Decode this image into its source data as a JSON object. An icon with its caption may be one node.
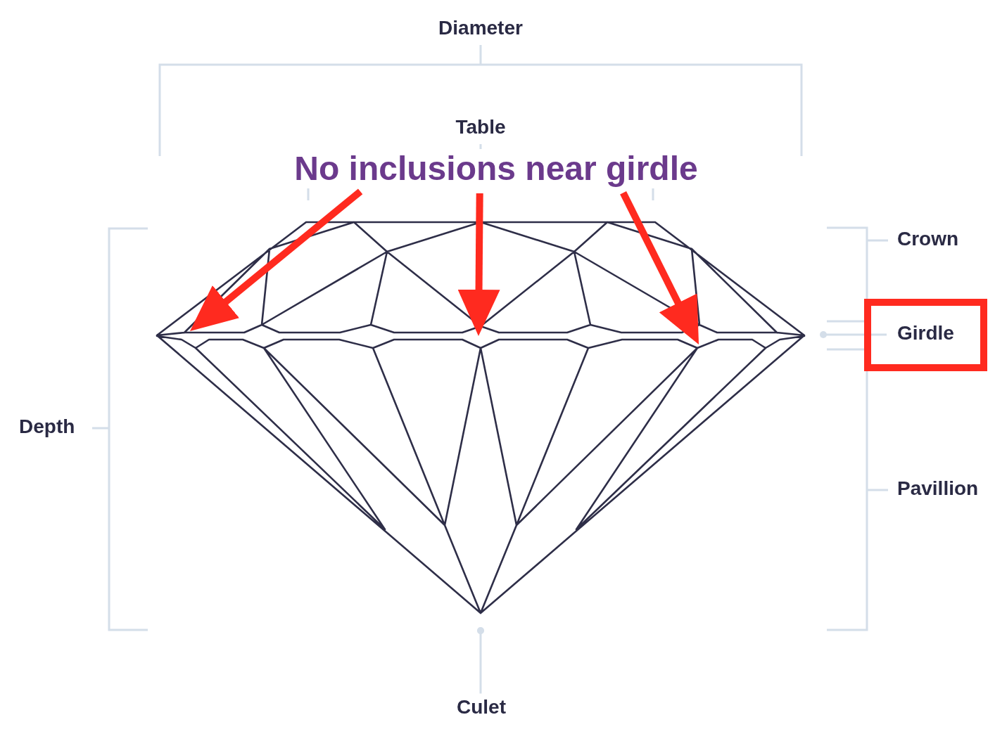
{
  "diagram": {
    "nodes": [
      {
        "text": [
          "No inclusions near girdle"
        ]
      },
      {
        "text": [
          "Girdle"
        ]
      },
      {
        "text": [
          "Culet"
        ]
      }
    ],
    "edges": [
      {
        "from": 0,
        "to": null,
        "arrow": "to"
      },
      {
        "from": 0,
        "to": null,
        "arrow": "to"
      },
      {
        "from": 0,
        "to": null,
        "arrow": "to"
      },
      {
        "from": 2,
        "to": null,
        "arrow": "other",
        "color": "#d4dee9"
      }
    ],
    "labels": [
      "Diameter",
      "Table",
      "Crown",
      "Depth",
      "Pavillion"
    ]
  }
}
